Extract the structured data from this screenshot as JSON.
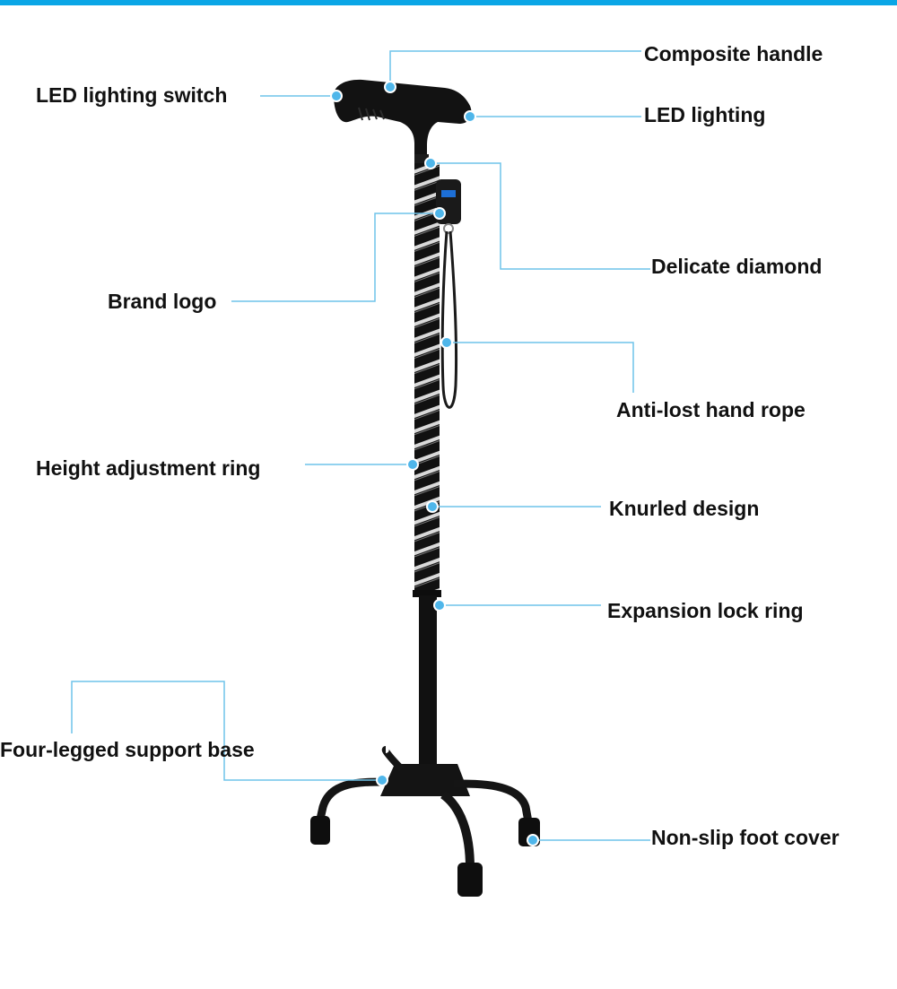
{
  "colors": {
    "accent_bar": "#0aa6e6",
    "callout_line": "#6fc3ea",
    "callout_dot": "#4fb6ea",
    "cane_black": "#121212",
    "stripe_silver": "#d9d9d9"
  },
  "labels": {
    "composite_handle": "Composite handle",
    "led_lighting_switch": "LED lighting switch",
    "led_lighting": "LED lighting",
    "delicate_diamond": "Delicate diamond",
    "brand_logo": "Brand logo",
    "anti_lost_hand_rope": "Anti-lost hand rope",
    "height_adjustment_ring": "Height adjustment ring",
    "knurled_design": "Knurled design",
    "expansion_lock_ring": "Expansion lock ring",
    "four_legged_support_base": "Four-legged support base",
    "non_slip_foot_cover": "Non-slip foot cover"
  }
}
